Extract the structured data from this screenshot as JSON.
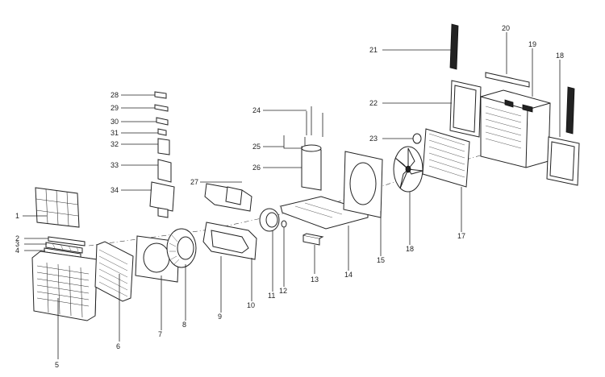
{
  "callouts": {
    "c1": "1",
    "c2": "2",
    "c3": "3",
    "c4": "4",
    "c5": "5",
    "c6": "6",
    "c7": "7",
    "c8": "8",
    "c9": "9",
    "c10": "10",
    "c11": "11",
    "c12": "12",
    "c13": "13",
    "c14": "14",
    "c15": "15",
    "c17": "17",
    "c18a": "18",
    "c18b": "18",
    "c19": "19",
    "c20": "20",
    "c21": "21",
    "c22": "22",
    "c23": "23",
    "c24": "24",
    "c25": "25",
    "c26": "26",
    "c27": "27",
    "c28": "28",
    "c29": "29",
    "c30": "30",
    "c31": "31",
    "c32": "32",
    "c33": "33",
    "c34": "34"
  }
}
